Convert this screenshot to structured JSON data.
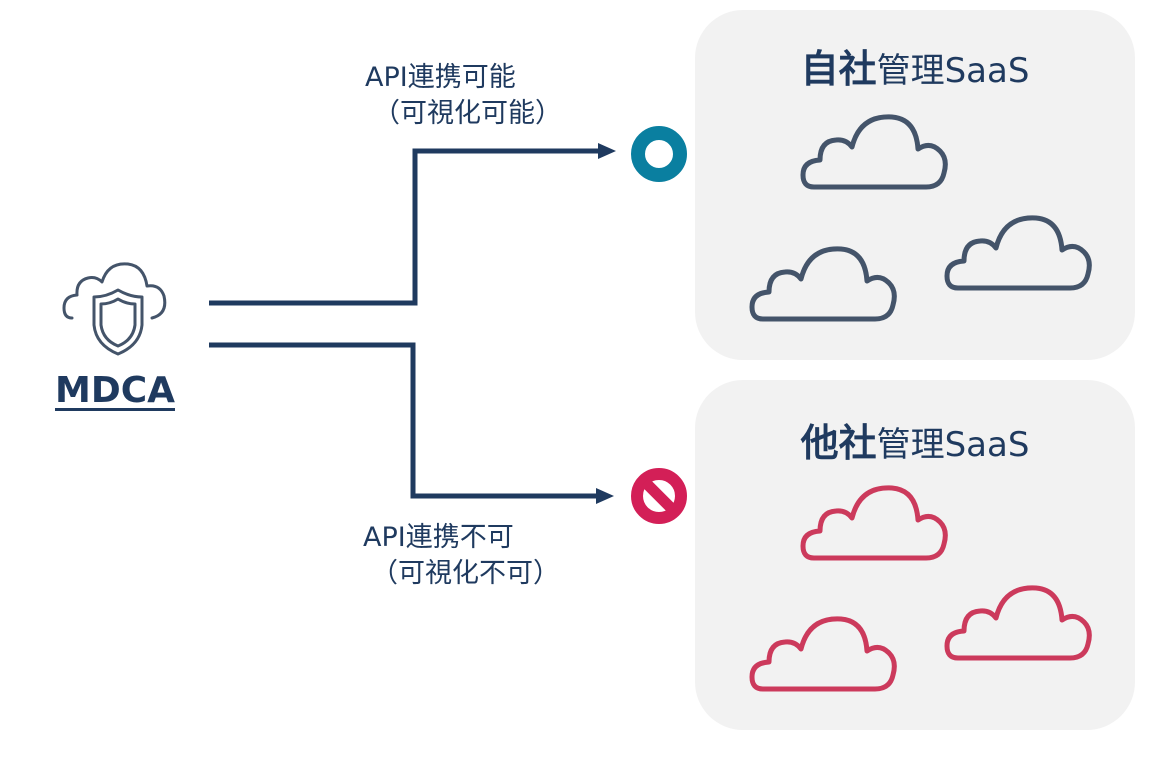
{
  "source": {
    "name": "MDCA",
    "icon": "cloud-shield-icon"
  },
  "targets": [
    {
      "title_strong": "自社",
      "title_rest": "管理SaaS",
      "status_icon": "ok-circle-icon",
      "edge_label_line1": "API連携可能",
      "edge_label_line2": "（可視化可能）",
      "cloud_color": "#44546a",
      "status_color": "#0a7fa0",
      "clouds": [
        "cloud-icon",
        "cloud-icon",
        "cloud-icon"
      ]
    },
    {
      "title_strong": "他社",
      "title_rest": "管理SaaS",
      "status_icon": "prohibited-icon",
      "edge_label_line1": "API連携不可",
      "edge_label_line2": "（可視化不可）",
      "cloud_color": "#cc3a5c",
      "status_color": "#d31f57",
      "clouds": [
        "cloud-icon",
        "cloud-icon",
        "cloud-icon"
      ]
    }
  ],
  "colors": {
    "text": "#1f3a5f",
    "connector": "#1f3a5f",
    "box_bg": "#f2f2f2",
    "icon_stroke": "#44546a"
  }
}
